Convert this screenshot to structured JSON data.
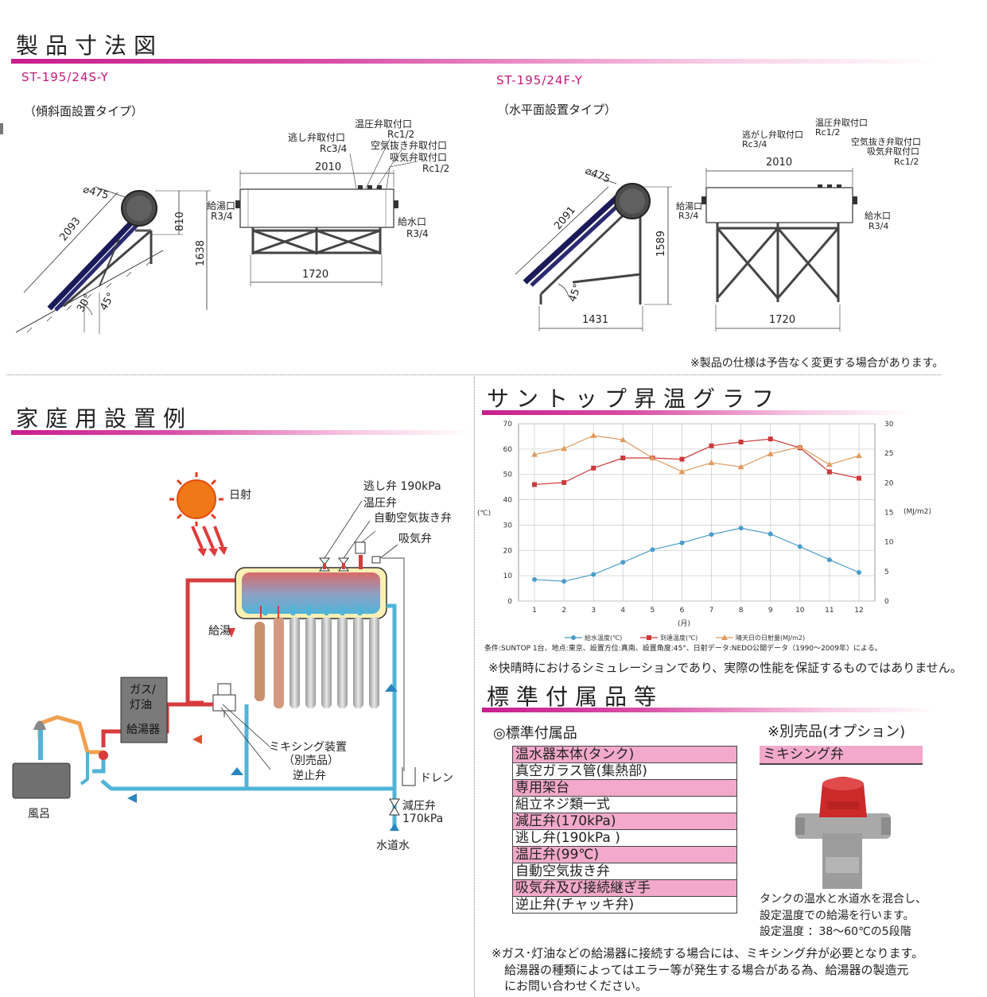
{
  "dimensions": {
    "title": "製品寸法図",
    "left": {
      "model": "ST-195/24S-Y",
      "type": "（傾斜面設置タイプ）",
      "labels": {
        "relief": "逃し弁取付口",
        "relief_size": "Rc3/4",
        "tp": "温圧弁取付口",
        "tp_size": "Rc1/2",
        "air": "空気抜き弁取付口",
        "vac": "吸気弁取付口",
        "vac_size": "Rc1/2",
        "hot": "給湯口",
        "hot_size": "R3/4",
        "cold": "給水口",
        "cold_size": "R3/4",
        "dia": "⌀475",
        "len": "2093",
        "h810": "810",
        "h1638": "1638",
        "a30": "30°",
        "a45": "45°",
        "w2010": "2010",
        "w1720": "1720"
      }
    },
    "right": {
      "model": "ST-195/24F-Y",
      "type": "（水平面設置タイプ）",
      "labels": {
        "relief": "逃がし弁取付口",
        "relief_size": "Rc3/4",
        "tp": "温圧弁取付口",
        "tp_size": "Rc1/2",
        "air": "空気抜き弁取付口",
        "vac": "吸気弁取付口",
        "vac_size": "Rc1/2",
        "hot": "給湯口",
        "hot_size": "R3/4",
        "cold": "給水口",
        "cold_size": "R3/4",
        "dia": "⌀475",
        "len": "2091",
        "h1589": "1589",
        "a45": "45°",
        "w1431": "1431",
        "w2010": "2010",
        "w1720": "1720"
      }
    },
    "notice": "※製品の仕様は予告なく変更する場合があります。"
  },
  "home": {
    "title": "家庭用設置例",
    "labels": {
      "sun": "日射",
      "relief": "逃し弁 190kPa",
      "tp": "温圧弁",
      "air": "自動空気抜き弁",
      "vac": "吸気弁",
      "hotout": "給湯",
      "heater1": "ガス/",
      "heater2": "灯油",
      "heater3": "給湯器",
      "mixing1": "ミキシング装置",
      "mixing2": "（別売品）",
      "check": "逆止弁",
      "drain": "ドレン",
      "prv1": "減圧弁",
      "prv2": "170kPa",
      "water": "水道水",
      "bath": "風呂"
    }
  },
  "graph": {
    "title": "サントップ昇温グラフ",
    "yleft_unit": "(℃)",
    "yright_unit": "(MJ/m2)",
    "xunit": "(月)",
    "legend": [
      "給水温度(℃)",
      "到達温度(℃)",
      "晴天日の日射量(MJ/m2)"
    ],
    "conditions": "条件:SUNTOP 1台、地点:東京、設置方位:真南、設置角度:45°、日射データ:NEDO公開データ（1990～2009年）による。",
    "disclaimer": "※快晴時におけるシミュレーションであり、実際の性能を保証するものではありません。"
  },
  "chart_data": {
    "type": "line",
    "x": [
      1,
      2,
      3,
      4,
      5,
      6,
      7,
      8,
      9,
      10,
      11,
      12
    ],
    "xtick_labels": [
      "1",
      "2",
      "3",
      "4",
      "5",
      "6",
      "7",
      "8",
      "9",
      "10",
      "11",
      "12"
    ],
    "xlabel": "(月)",
    "ylabel": "(℃)",
    "y2label": "(MJ/m2)",
    "ylim": [
      0,
      70
    ],
    "y2lim": [
      0,
      30
    ],
    "yticks": [
      0,
      10,
      20,
      30,
      40,
      50,
      60,
      70
    ],
    "y2ticks": [
      0,
      5,
      10,
      15,
      20,
      25,
      30
    ],
    "grid": true,
    "legend_position": "bottom",
    "series": [
      {
        "name": "給水温度(℃)",
        "axis": "left",
        "color": "#4a9cc9",
        "marker": "circle",
        "values": [
          8.5,
          7.8,
          10.5,
          15.3,
          20.3,
          23.0,
          26.3,
          28.8,
          26.5,
          21.5,
          16.3,
          11.3
        ]
      },
      {
        "name": "到達温度(℃)",
        "axis": "left",
        "color": "#cc3a3a",
        "marker": "square",
        "values": [
          46.0,
          46.8,
          52.5,
          56.5,
          56.5,
          56.0,
          61.3,
          62.8,
          64.0,
          60.5,
          51.0,
          48.5
        ]
      },
      {
        "name": "晴天日の日射量(MJ/m2)",
        "axis": "right",
        "color": "#e09a5e",
        "marker": "triangle",
        "values": [
          24.8,
          25.8,
          28.0,
          27.3,
          24.2,
          21.9,
          23.4,
          22.7,
          24.9,
          26.1,
          23.1,
          24.6
        ]
      }
    ]
  },
  "accessories": {
    "title": "標準付属品等",
    "std_title": "◎標準付属品",
    "items": [
      {
        "label": "温水器本体(タンク)",
        "pink": true
      },
      {
        "label": "真空ガラス管(集熱部)",
        "pink": false
      },
      {
        "label": "専用架台",
        "pink": true
      },
      {
        "label": "組立ネジ類一式",
        "pink": false
      },
      {
        "label": "減圧弁(170kPa)",
        "pink": true
      },
      {
        "label": "逃し弁(190kPa )",
        "pink": false
      },
      {
        "label": "温圧弁(99℃)",
        "pink": true
      },
      {
        "label": "自動空気抜き弁",
        "pink": false
      },
      {
        "label": "吸気弁及び接続継ぎ手",
        "pink": true
      },
      {
        "label": "逆止弁(チャッキ弁)",
        "pink": false
      }
    ],
    "opt_title": "※別売品(オプション)",
    "opt_item": "ミキシング弁",
    "opt_desc1": "タンクの温水と水道水を混合し、",
    "opt_desc2": "設定温度での給湯を行います。",
    "opt_desc3": "設定温度 ：38～60℃の5段階",
    "foot1": "※ガス･灯油などの給湯器に接続する場合には、ミキシング弁が必要となります。",
    "foot2": "給湯器の種類によってはエラー等が発生する場合がある為、給湯器の製造元",
    "foot3": "にお問い合わせください。"
  },
  "colors": {
    "accent": "#c81e8c",
    "pink_cell": "#f2a9cb",
    "hot_pipe": "#d63c3c",
    "cold_pipe": "#4fb4d8",
    "sun": "#f07818"
  }
}
